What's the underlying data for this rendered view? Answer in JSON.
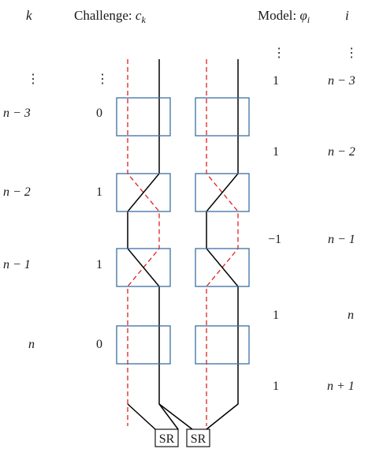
{
  "headers": {
    "k": "k",
    "challenge_prefix": "Challenge: ",
    "challenge_var": "c",
    "challenge_sub": "k",
    "model_prefix": "Model: ",
    "model_var": "φ",
    "model_sub": "i",
    "i": "i"
  },
  "ellipsis": "⋮",
  "stages": [
    {
      "k": "n − 3",
      "c": "0"
    },
    {
      "k": "n − 2",
      "c": "1"
    },
    {
      "k": "n − 1",
      "c": "1"
    },
    {
      "k": "n",
      "c": "0"
    }
  ],
  "model_rows": [
    {
      "phi": "1",
      "i": "n − 3"
    },
    {
      "phi": "1",
      "i": "n − 2"
    },
    {
      "phi": "−1",
      "i": "n − 1"
    },
    {
      "phi": "1",
      "i": "n"
    },
    {
      "phi": "1",
      "i": "n + 1"
    }
  ],
  "arbiters": [
    "SR",
    "SR"
  ],
  "colors": {
    "solid_path": "#000000",
    "dashed_path": "#e02020",
    "stage_box": "#3b6fa0"
  }
}
